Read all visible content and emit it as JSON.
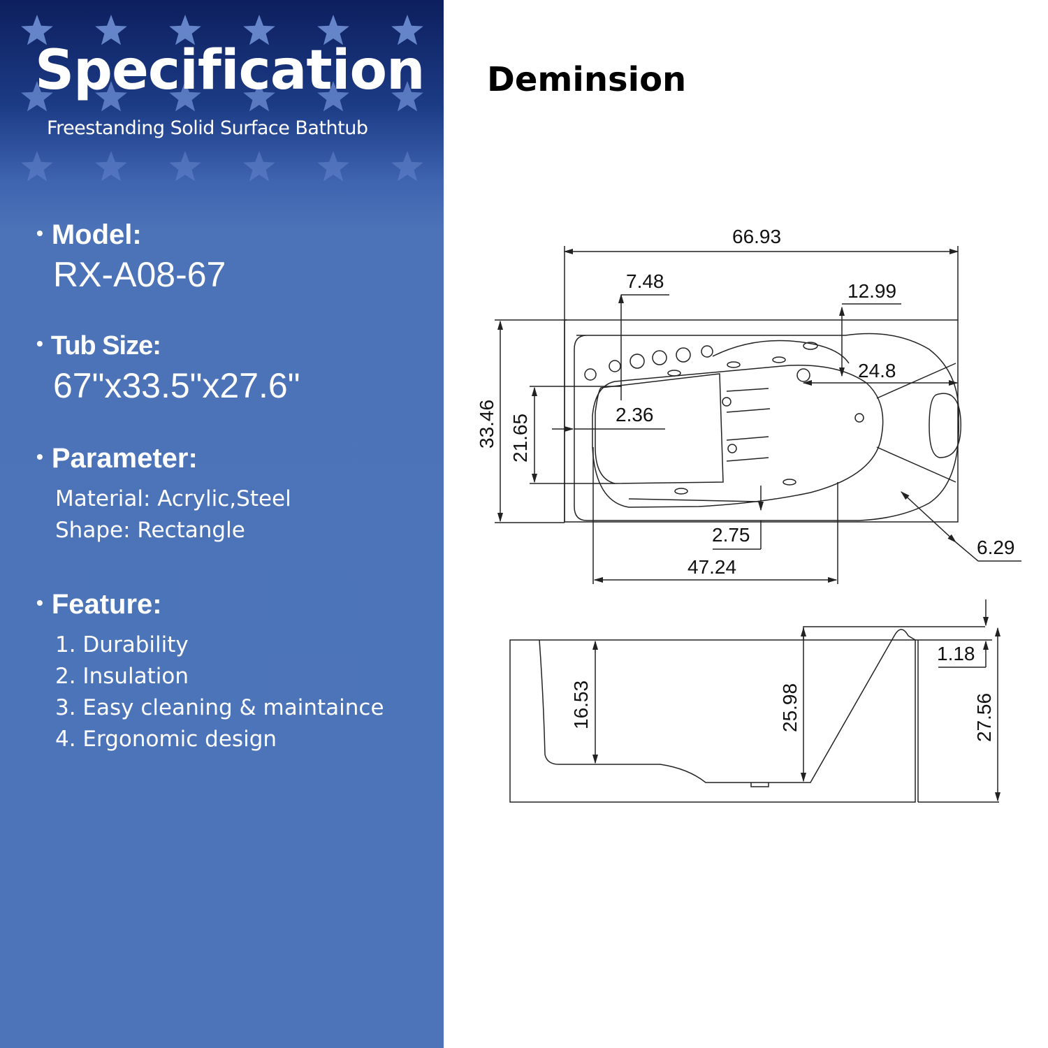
{
  "colors": {
    "panel": "#4d74b8",
    "panel_top": "#0d1f5e",
    "star": "#6f8fd4",
    "line": "#222222"
  },
  "left": {
    "title": "Specification",
    "subtitle": "Freestanding Solid Surface Bathtub",
    "model_label": "Model:",
    "model_value": "RX-A08-67",
    "tub_size_label": "Tub Size:",
    "tub_size_value": "67\"x33.5\"x27.6\"",
    "parameter_label": "Parameter:",
    "parameters": [
      "Material: Acrylic,Steel",
      "Shape: Rectangle"
    ],
    "feature_label": "Feature:",
    "features": [
      "1. Durability",
      "2. Insulation",
      "3. Easy cleaning & maintaince",
      "4. Ergonomic design"
    ]
  },
  "right": {
    "heading": "Deminsion",
    "dimensions": {
      "overall_length": "66.93",
      "front_offset": "7.48",
      "back_offset": "12.99",
      "inner_width": "24.8",
      "end_gap": "2.36",
      "overall_width": "33.46",
      "basin_width": "21.65",
      "side_gap": "2.75",
      "basin_length": "47.24",
      "corner": "6.29",
      "rim_drop": "1.18",
      "inner_depth": "16.53",
      "backrest_depth": "25.98",
      "overall_height": "27.56"
    }
  }
}
